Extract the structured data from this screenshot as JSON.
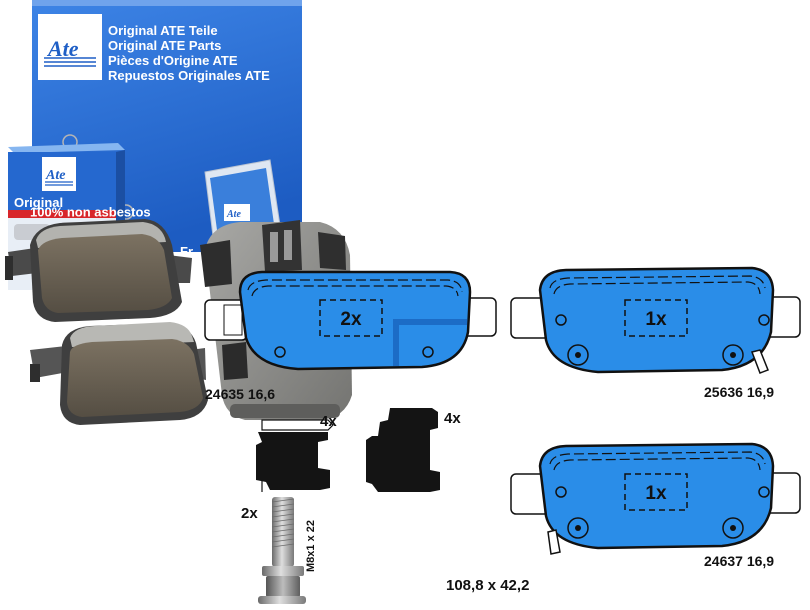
{
  "box": {
    "logo_text": "Ate",
    "lines": [
      "Original ATE Teile",
      "Original ATE Parts",
      "Pièces d'Origine ATE",
      "Repuestos Originales ATE"
    ],
    "partial_text": "Fr"
  },
  "small_box": {
    "logo_text": "Ate",
    "title": "Original",
    "band_text": "100% non asbestos"
  },
  "leaflet": {
    "logo_text": "Ate"
  },
  "pads": [
    {
      "count": "2x",
      "label": "24635 16,6"
    },
    {
      "count": "1x",
      "label": "25636 16,9"
    },
    {
      "count": "1x",
      "label": "24637 16,9"
    }
  ],
  "accessories": {
    "clip_count_left": "4x",
    "clip_count_right": "4x",
    "bolt_count": "2x",
    "bolt_spec": "M8x1 x 22"
  },
  "dimensions": "108,8 x 42,2",
  "colors": {
    "box_blue": "#2a6fd6",
    "pad_blue": "#2a8de8",
    "friction": "#6b6253",
    "band_red": "#d8262b"
  }
}
